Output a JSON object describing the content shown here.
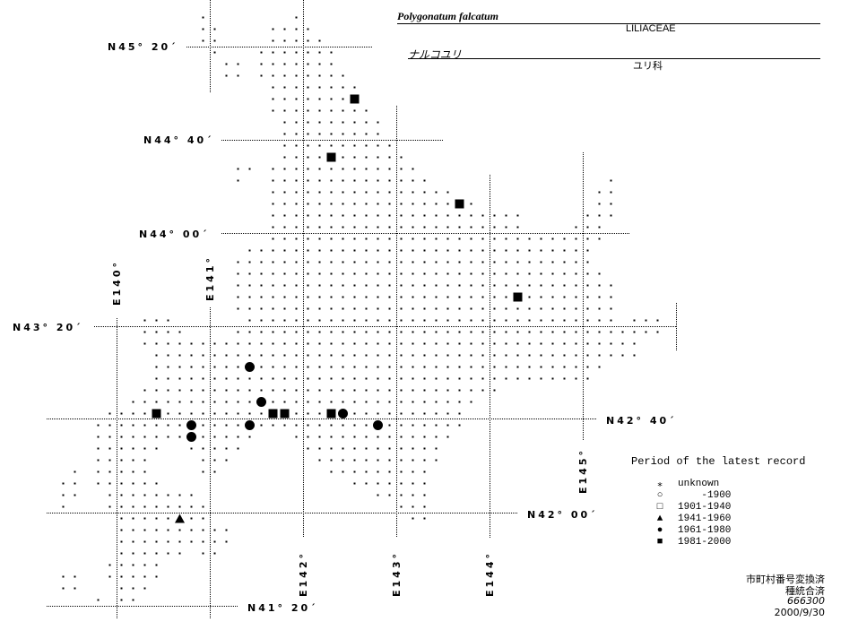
{
  "header": {
    "scientific_name": "Polygonatum falcatum",
    "family": "LILIACEAE",
    "japanese_name": "ナルコユリ",
    "japanese_family": "ユリ科"
  },
  "legend": {
    "title": "Period of the latest record",
    "entries": [
      {
        "symbol": "asterisk",
        "glyph": "*",
        "label": "unknown"
      },
      {
        "symbol": "open-circle",
        "glyph": "○",
        "label": "    -1900"
      },
      {
        "symbol": "open-square",
        "glyph": "□",
        "label": "1901-1940"
      },
      {
        "symbol": "filled-triangle",
        "glyph": "▲",
        "label": "1941-1960"
      },
      {
        "symbol": "filled-circle",
        "glyph": "●",
        "label": "1961-1980"
      },
      {
        "symbol": "filled-square",
        "glyph": "■",
        "label": "1981-2000"
      }
    ]
  },
  "footer": {
    "line1": "市町村番号変換済",
    "line2": "種統合済",
    "code": "666300",
    "date": "2000/9/30"
  },
  "latitude_labels": [
    "N45° 20´",
    "N44° 40´",
    "N44° 00´",
    "N43° 20´",
    "N42° 40´",
    "N42° 00´",
    "N41° 20´"
  ],
  "longitude_labels": [
    "E140°",
    "E141°",
    "E142°",
    "E143°",
    "E144°",
    "E145°"
  ],
  "survey_grid_rows": [
    [
      [
        12,
        12
      ],
      [
        20,
        20
      ]
    ],
    [
      [
        12,
        13
      ],
      [
        18,
        21
      ]
    ],
    [
      [
        12,
        13
      ],
      [
        18,
        22
      ]
    ],
    [
      [
        13,
        13
      ],
      [
        17,
        23
      ]
    ],
    [
      [
        14,
        15
      ],
      [
        17,
        23
      ]
    ],
    [
      [
        14,
        15
      ],
      [
        17,
        24
      ]
    ],
    [
      [
        18,
        25
      ]
    ],
    [
      [
        18,
        25
      ]
    ],
    [
      [
        18,
        26
      ]
    ],
    [
      [
        19,
        27
      ]
    ],
    [
      [
        19,
        27
      ]
    ],
    [
      [
        19,
        28
      ]
    ],
    [
      [
        19,
        29
      ]
    ],
    [
      [
        15,
        16
      ],
      [
        18,
        30
      ]
    ],
    [
      [
        15,
        15
      ],
      [
        18,
        31
      ],
      [
        47,
        47
      ]
    ],
    [
      [
        18,
        33
      ],
      [
        46,
        47
      ]
    ],
    [
      [
        18,
        35
      ],
      [
        46,
        47
      ]
    ],
    [
      [
        18,
        39
      ],
      [
        45,
        47
      ]
    ],
    [
      [
        18,
        39
      ],
      [
        44,
        46
      ]
    ],
    [
      [
        18,
        46
      ]
    ],
    [
      [
        16,
        45
      ]
    ],
    [
      [
        15,
        45
      ]
    ],
    [
      [
        15,
        46
      ]
    ],
    [
      [
        15,
        47
      ]
    ],
    [
      [
        15,
        47
      ]
    ],
    [
      [
        15,
        47
      ]
    ],
    [
      [
        7,
        9
      ],
      [
        16,
        47
      ],
      [
        49,
        51
      ]
    ],
    [
      [
        7,
        10
      ],
      [
        15,
        51
      ]
    ],
    [
      [
        7,
        49
      ]
    ],
    [
      [
        8,
        49
      ]
    ],
    [
      [
        8,
        46
      ]
    ],
    [
      [
        8,
        45
      ]
    ],
    [
      [
        7,
        37
      ]
    ],
    [
      [
        6,
        35
      ]
    ],
    [
      [
        4,
        34
      ]
    ],
    [
      [
        3,
        34
      ]
    ],
    [
      [
        3,
        16
      ],
      [
        20,
        33
      ]
    ],
    [
      [
        3,
        8
      ],
      [
        11,
        15
      ],
      [
        21,
        32
      ]
    ],
    [
      [
        3,
        7
      ],
      [
        12,
        14
      ],
      [
        22,
        32
      ]
    ],
    [
      [
        1,
        1
      ],
      [
        3,
        7
      ],
      [
        12,
        13
      ],
      [
        23,
        31
      ]
    ],
    [
      [
        0,
        1
      ],
      [
        3,
        8
      ],
      [
        25,
        31
      ]
    ],
    [
      [
        0,
        1
      ],
      [
        4,
        11
      ],
      [
        27,
        31
      ]
    ],
    [
      [
        0,
        0
      ],
      [
        4,
        12
      ],
      [
        29,
        31
      ]
    ],
    [
      [
        5,
        12
      ],
      [
        30,
        31
      ]
    ],
    [
      [
        5,
        14
      ]
    ],
    [
      [
        5,
        14
      ]
    ],
    [
      [
        5,
        10
      ],
      [
        12,
        13
      ]
    ],
    [
      [
        4,
        8
      ]
    ],
    [
      [
        0,
        1
      ],
      [
        4,
        8
      ]
    ],
    [
      [
        0,
        1
      ],
      [
        5,
        7
      ]
    ],
    [
      [
        3,
        3
      ],
      [
        5,
        6
      ]
    ]
  ],
  "records": [
    {
      "row": 7,
      "col": 25,
      "period": "1981-2000"
    },
    {
      "row": 12,
      "col": 23,
      "period": "1981-2000"
    },
    {
      "row": 16,
      "col": 34,
      "period": "1981-2000"
    },
    {
      "row": 24,
      "col": 39,
      "period": "1981-2000"
    },
    {
      "row": 34,
      "col": 8,
      "period": "1981-2000"
    },
    {
      "row": 34,
      "col": 18,
      "period": "1981-2000"
    },
    {
      "row": 34,
      "col": 19,
      "period": "1981-2000"
    },
    {
      "row": 34,
      "col": 23,
      "period": "1981-2000"
    },
    {
      "row": 30,
      "col": 16,
      "period": "1961-1980"
    },
    {
      "row": 33,
      "col": 17,
      "period": "1961-1980"
    },
    {
      "row": 34,
      "col": 24,
      "period": "1961-1980"
    },
    {
      "row": 35,
      "col": 11,
      "period": "1961-1980"
    },
    {
      "row": 35,
      "col": 16,
      "period": "1961-1980"
    },
    {
      "row": 35,
      "col": 27,
      "period": "1961-1980"
    },
    {
      "row": 36,
      "col": 11,
      "period": "1961-1980"
    },
    {
      "row": 43,
      "col": 10,
      "period": "1941-1960"
    }
  ]
}
